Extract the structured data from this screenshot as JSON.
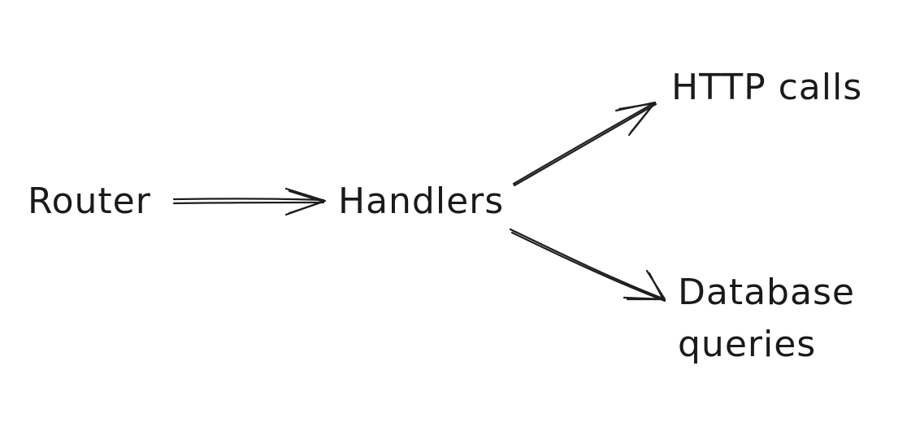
{
  "diagram": {
    "nodes": {
      "router": {
        "label": "Router"
      },
      "handlers": {
        "label": "Handlers"
      },
      "http_calls": {
        "label": "HTTP calls"
      },
      "database_queries": {
        "label_line1": "Database",
        "label_line2": "queries"
      }
    },
    "edges": [
      {
        "from": "Router",
        "to": "Handlers"
      },
      {
        "from": "Handlers",
        "to": "HTTP calls"
      },
      {
        "from": "Handlers",
        "to": "Database queries"
      }
    ],
    "colors": {
      "ink": "#1e1e1e",
      "background": "#ffffff"
    }
  }
}
